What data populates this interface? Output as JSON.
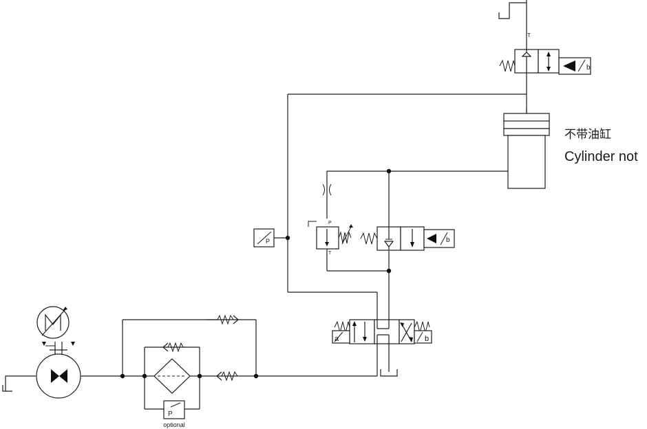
{
  "cylinder": {
    "label_cn": "不带油缸",
    "label_en": "Cylinder not"
  },
  "filter": {
    "optional_label": "optional",
    "indicator_letter": "P"
  },
  "top_valve": {
    "port_t": "T",
    "solenoid_letter": "b"
  },
  "mid_valve": {
    "solenoid_letter": "b"
  },
  "relief_valve": {
    "port_p": "P",
    "port_t": "T"
  },
  "pressure_switch": {
    "letter": "P"
  },
  "directional_valve": {
    "solenoid_a": "a",
    "solenoid_b": "b"
  }
}
